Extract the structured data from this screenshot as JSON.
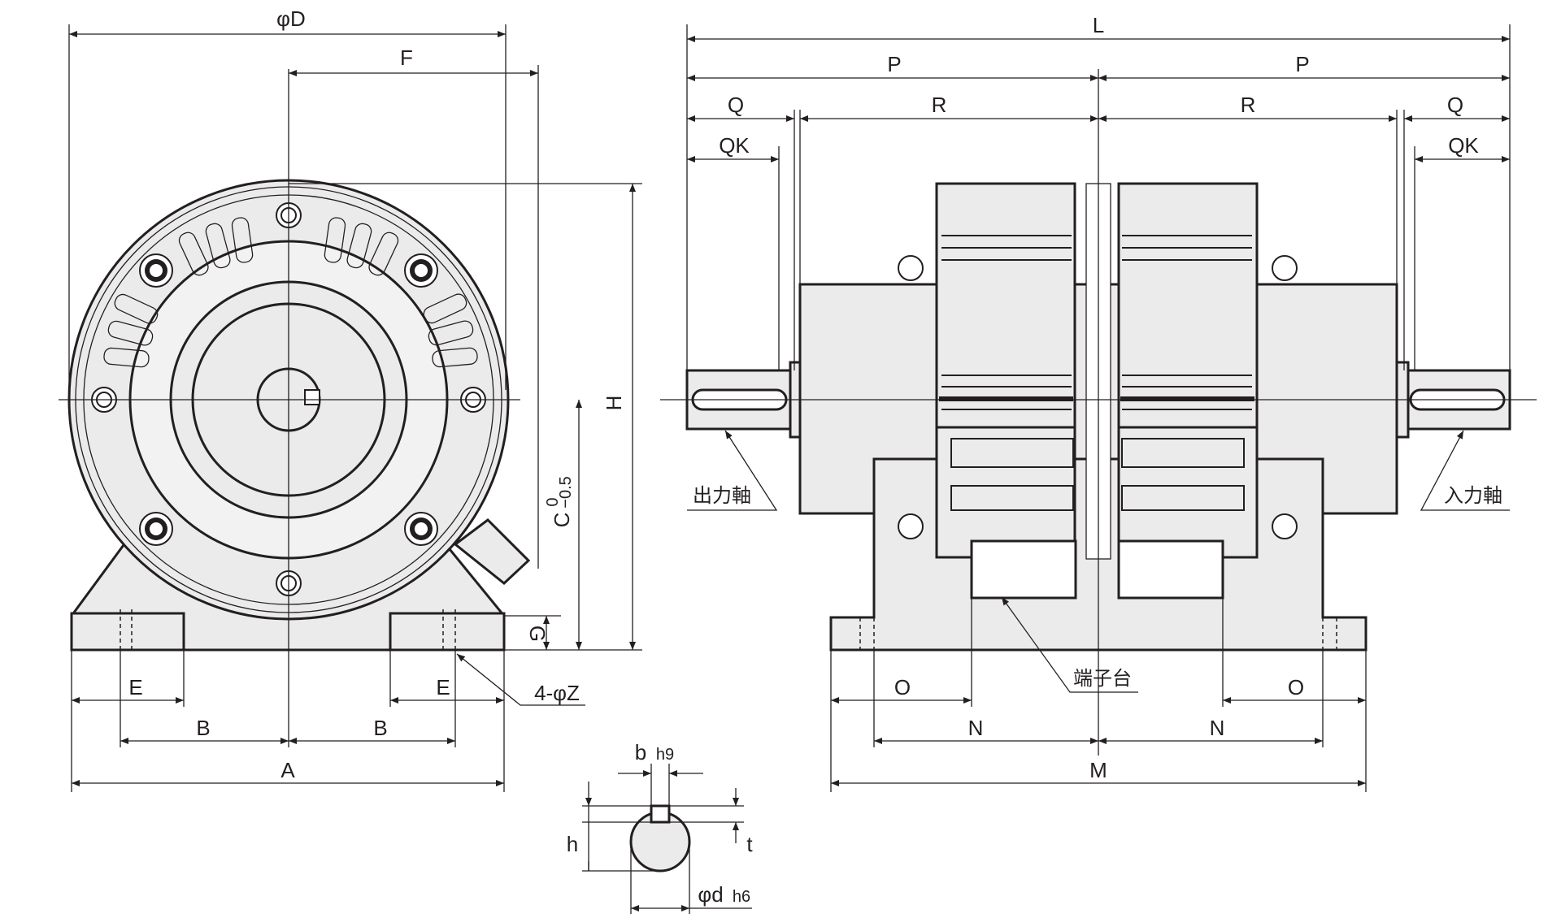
{
  "colors": {
    "line": "#231f20",
    "fill": "#ebebeb",
    "background": "#ffffff"
  },
  "front_view": {
    "phiD": "φD",
    "F": "F",
    "H": "H",
    "C": "C",
    "C_tol_upper": "0",
    "C_tol_lower": "−0.5",
    "G": "G",
    "E_left": "E",
    "E_right": "E",
    "B_left": "B",
    "B_right": "B",
    "A": "A",
    "holes": "4-φZ"
  },
  "side_view": {
    "L": "L",
    "P_left": "P",
    "P_right": "P",
    "Q_left": "Q",
    "Q_right": "Q",
    "QK_left": "QK",
    "QK_right": "QK",
    "R_left": "R",
    "R_right": "R",
    "output_shaft": "出力軸",
    "input_shaft": "入力軸",
    "terminal_block": "端子台",
    "O_left": "O",
    "O_right": "O",
    "N_left": "N",
    "N_right": "N",
    "M": "M"
  },
  "shaft_section": {
    "b": "b",
    "b_fit": "h9",
    "h": "h",
    "t": "t",
    "phid": "φd",
    "d_fit": "h6"
  }
}
